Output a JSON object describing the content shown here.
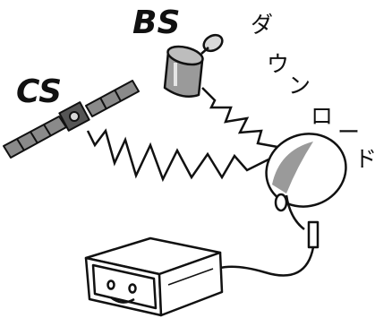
{
  "labels": {
    "bs": "BS",
    "cs": "CS"
  },
  "download_text": [
    "ダ",
    "ウ",
    "ン",
    "ロ",
    "ー",
    "ド"
  ],
  "icons": {
    "bs_satellite": "bs-satellite-icon",
    "cs_satellite": "cs-satellite-icon",
    "dish": "satellite-dish-icon",
    "tuner": "tuner-box-icon"
  },
  "colors": {
    "stroke": "#111111",
    "fill_light": "#d8d8d8",
    "fill_mid": "#9a9a9a",
    "fill_dark": "#555555"
  }
}
